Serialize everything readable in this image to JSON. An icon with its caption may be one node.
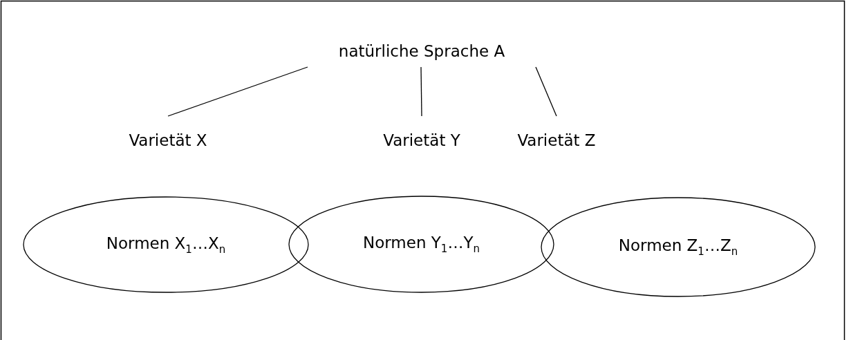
{
  "diagram": {
    "nodes": [
      {
        "text": [
          "natürliche Sprache A"
        ]
      },
      {
        "text": [
          "Varietät X"
        ]
      },
      {
        "text": [
          "Varietät Y"
        ]
      },
      {
        "text": [
          "Varietät Z"
        ]
      },
      {
        "text": [
          "Normen X$_{1}$…X$_{n}$"
        ]
      },
      {
        "text": [
          "Normen Y$_{1}$…Y$_{n}$"
        ]
      },
      {
        "text": [
          "Normen Z$_{1}$…Z$_{n}$"
        ]
      }
    ],
    "edges": [
      {
        "from": 0,
        "to": 1,
        "arrow": "none"
      },
      {
        "from": 0,
        "to": 2,
        "arrow": "none"
      },
      {
        "from": 0,
        "to": 3,
        "arrow": "none"
      }
    ]
  }
}
